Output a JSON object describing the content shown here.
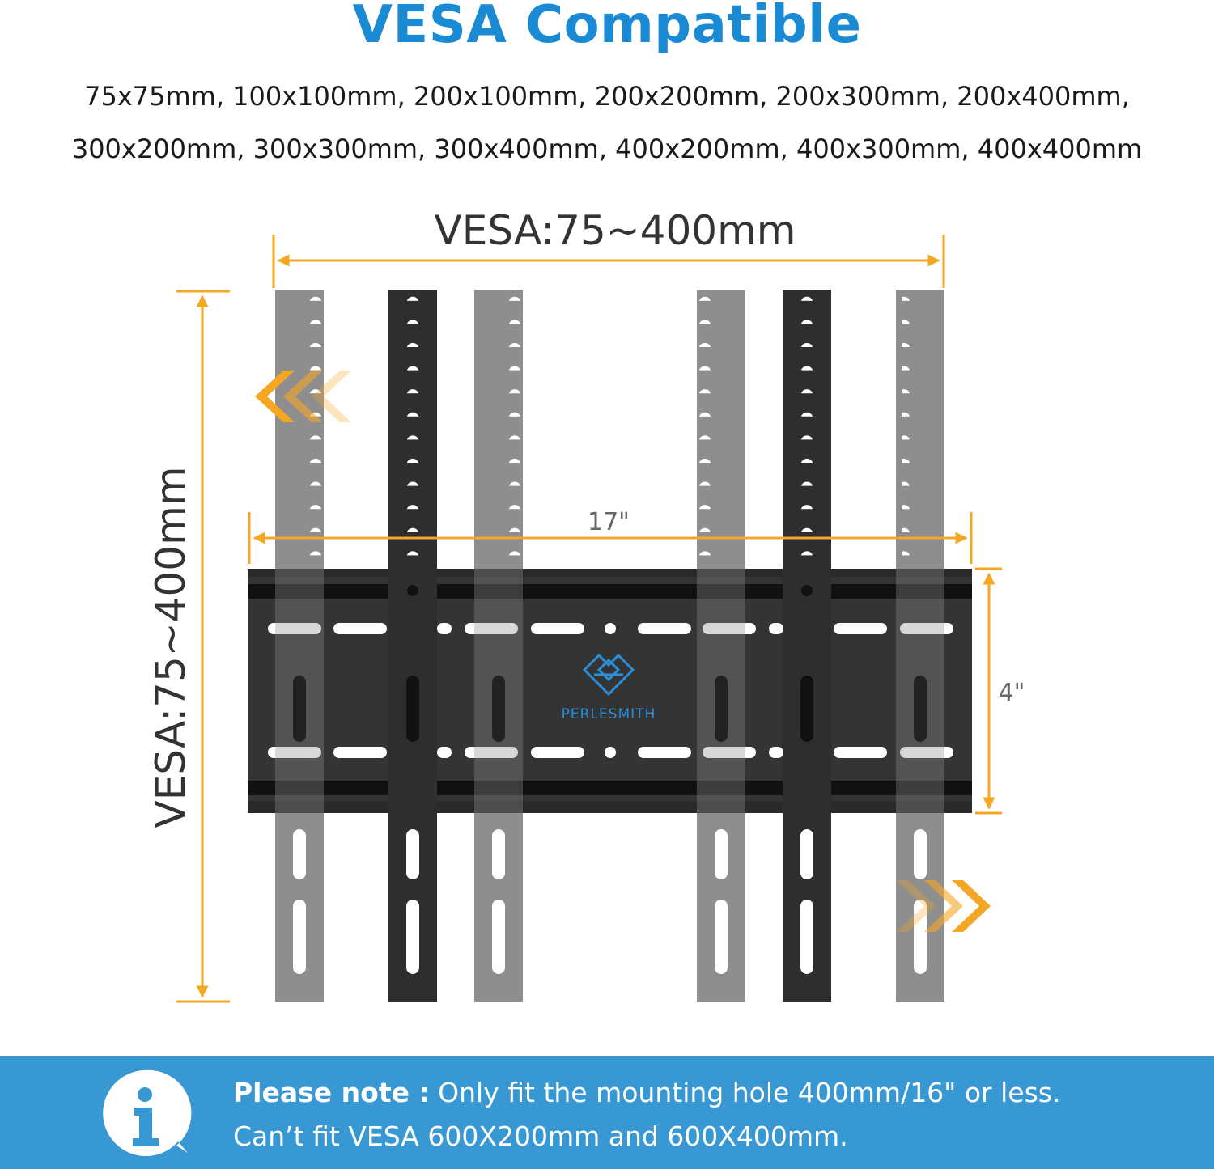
{
  "header": {
    "title": "VESA Compatible",
    "sizes_line1": "75x75mm, 100x100mm, 200x100mm, 200x200mm, 200x300mm, 200x400mm,",
    "sizes_line2": "300x200mm, 300x300mm, 300x400mm, 400x200mm, 400x300mm, 400x400mm"
  },
  "diagram": {
    "width_label": "VESA:75~400mm",
    "height_label": "VESA:75~400mm",
    "plate_width_label": "17\"",
    "plate_height_label": "4\"",
    "brand": "PERLESMITH"
  },
  "note": {
    "prefix": "Please note :",
    "line1": " Only fit the mounting hole 400mm/16\" or less.",
    "line2": "Can’t fit VESA 600X200mm and 600X400mm."
  },
  "colors": {
    "title_blue": "#1a8ad4",
    "accent_orange": "#f5a623",
    "note_bar": "#3898d4",
    "bracket_dark": "#2e2e2e",
    "bracket_light": "#8e8e8e"
  }
}
